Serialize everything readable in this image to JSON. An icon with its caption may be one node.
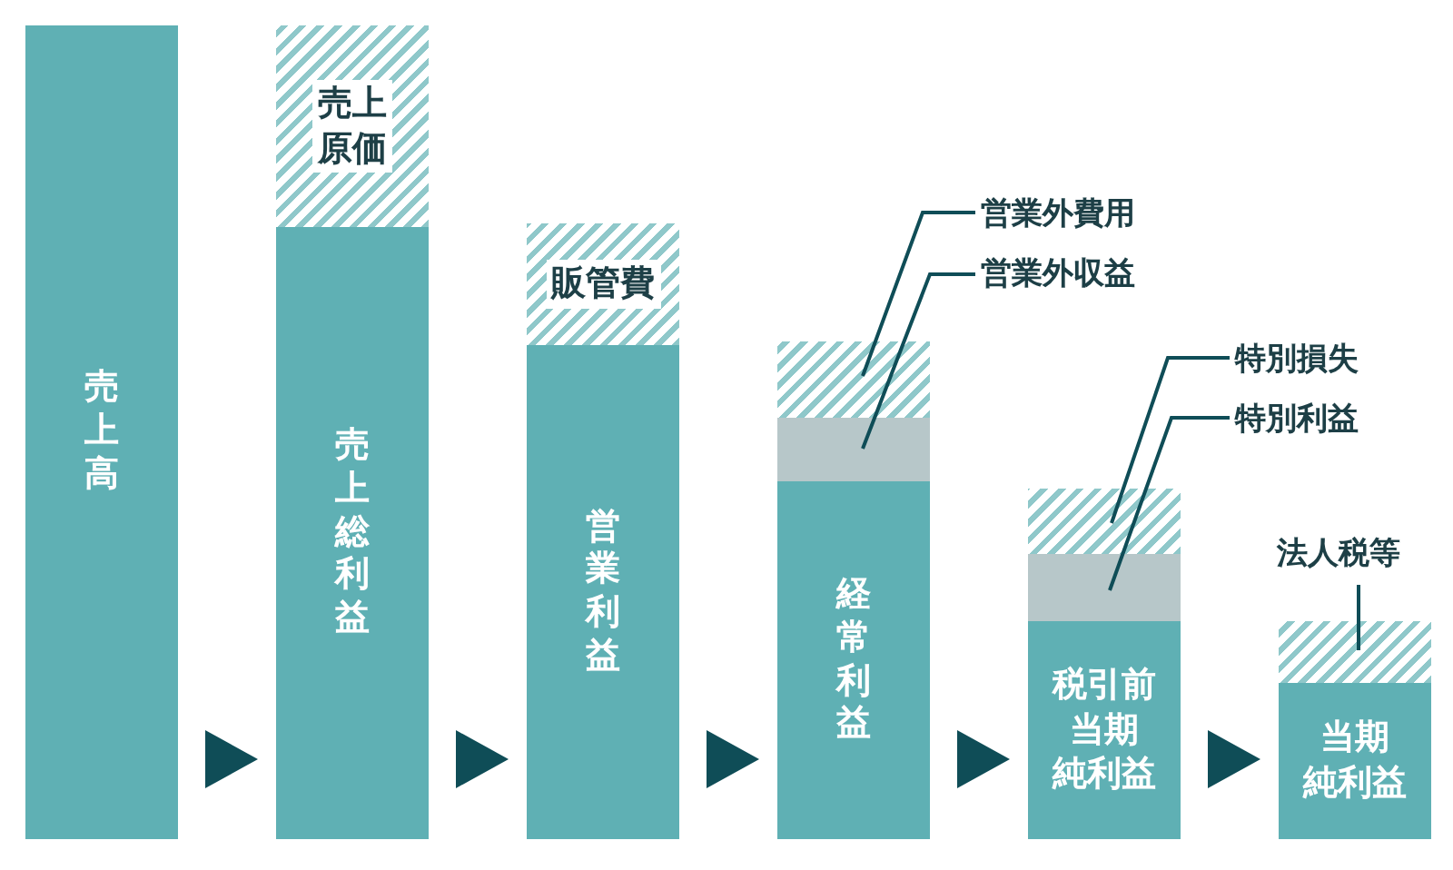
{
  "diagram": {
    "nodes": [
      {
        "text": [
          "売上高"
        ]
      },
      {
        "text": [
          "売上原価"
        ]
      },
      {
        "text": [
          "売上総利益"
        ]
      },
      {
        "text": [
          "販管費"
        ]
      },
      {
        "text": [
          "営業利益"
        ]
      },
      {
        "text": [],
        "shape": "bar"
      },
      {
        "text": [],
        "shape": "bar"
      },
      {
        "text": [
          "経常利益"
        ]
      },
      {
        "text": [],
        "shape": "bar"
      },
      {
        "text": [],
        "shape": "bar"
      },
      {
        "text": [
          "税引前当期純利益"
        ]
      },
      {
        "text": [],
        "shape": "bar"
      },
      {
        "text": [
          "当期純利益"
        ]
      },
      {
        "text": [
          "営業外費用"
        ]
      },
      {
        "text": [
          "営業外収益"
        ]
      },
      {
        "text": [
          "特別損失"
        ]
      },
      {
        "text": [
          "特別利益"
        ]
      },
      {
        "text": [
          "法人税等"
        ]
      }
    ],
    "edges": [
      {
        "from": 0,
        "to": 2,
        "arrow": "to"
      },
      {
        "from": 2,
        "to": 4,
        "arrow": "to"
      },
      {
        "from": 4,
        "to": 7,
        "arrow": "to"
      },
      {
        "from": 7,
        "to": 10,
        "arrow": "to"
      },
      {
        "from": 10,
        "to": 12,
        "arrow": "to"
      },
      {
        "from": 13,
        "to": 5,
        "arrow": "none"
      },
      {
        "from": 14,
        "to": 6,
        "arrow": "none"
      },
      {
        "from": 15,
        "to": 8,
        "arrow": "none"
      },
      {
        "from": 16,
        "to": 9,
        "arrow": "none"
      },
      {
        "from": 17,
        "to": 11,
        "arrow": "none"
      }
    ]
  }
}
